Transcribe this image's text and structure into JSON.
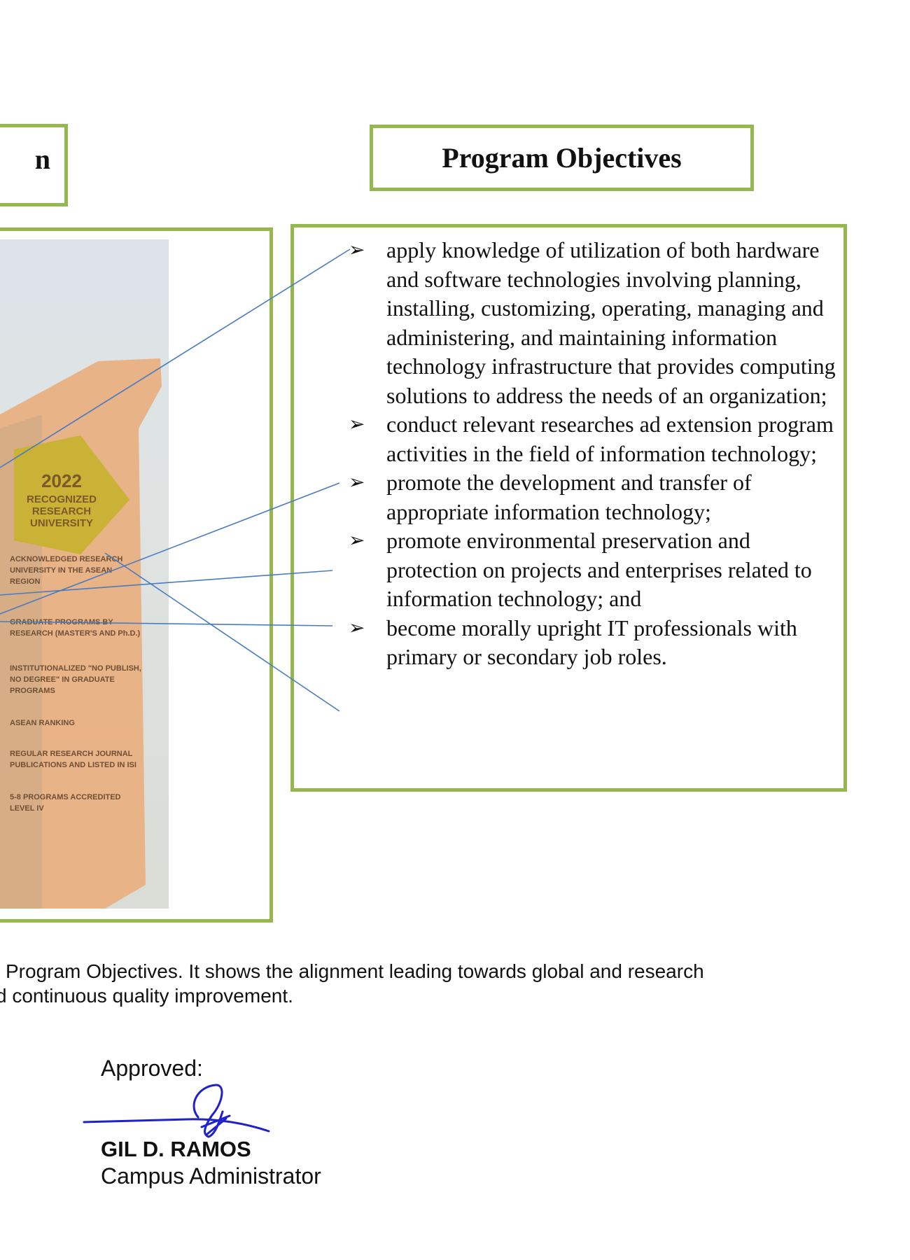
{
  "left_header": {
    "text": "n"
  },
  "program_objectives": {
    "title": "Program Objectives",
    "bullet_symbol": "➢",
    "items": [
      "apply knowledge of utilization of both hardware and software technologies involving planning, installing, customizing, operating, managing and administering, and maintaining information technology infrastructure that provides computing solutions to address the needs of an organization;",
      "conduct relevant researches ad extension program activities in the field of information technology;",
      "promote the development and transfer of appropriate information technology;",
      "promote environmental preservation and protection on projects and enterprises related to information technology; and",
      "become morally upright IT professionals with primary or secondary job roles."
    ]
  },
  "photo": {
    "badge_year": "2022",
    "badge_lines": [
      "RECOGNIZED",
      "RESEARCH",
      "UNIVERSITY"
    ],
    "list_items": [
      [
        "ACKNOWLEDGED RESEARCH",
        "UNIVERSITY IN THE ASEAN",
        "REGION"
      ],
      [
        "GRADUATE PROGRAMS BY",
        "RESEARCH (MASTER'S AND Ph.D.)"
      ],
      [
        "INSTITUTIONALIZED \"NO PUBLISH,",
        "NO DEGREE\" IN GRADUATE",
        "PROGRAMS"
      ],
      [
        "ASEAN RANKING"
      ],
      [
        "REGULAR RESEARCH JOURNAL",
        "PUBLICATIONS AND LISTED IN ISI"
      ],
      [
        "5-8 PROGRAMS ACCREDITED",
        "LEVEL IV"
      ]
    ]
  },
  "caption": {
    "line1": "l Program Objectives. It shows the alignment leading towards global and research",
    "line2": "d continuous quality improvement."
  },
  "approval": {
    "label": "Approved:",
    "name": "GIL D. RAMOS",
    "title": "Campus Administrator"
  },
  "colors": {
    "frame_green": "#94b84e",
    "connector_blue": "#4a7cc0",
    "signature_blue": "#1f22c9",
    "badge_yellow": "#c9b236",
    "poster_orange": "#e9b083"
  }
}
